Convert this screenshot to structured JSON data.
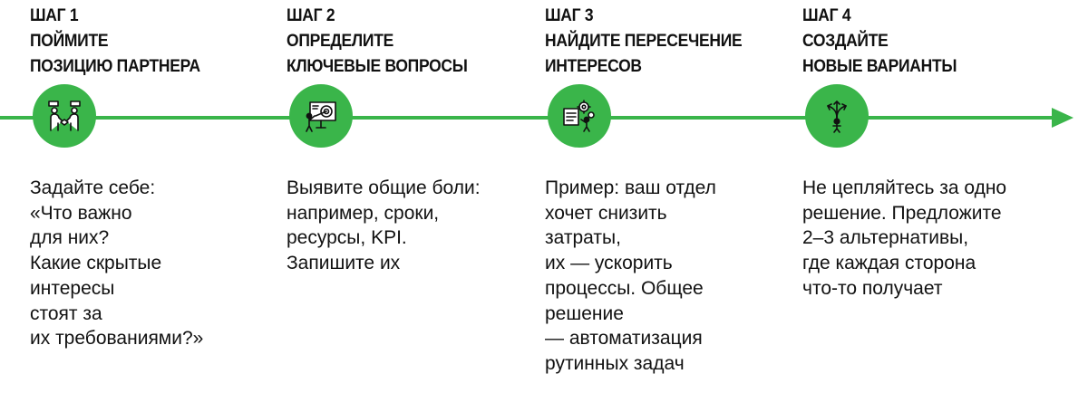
{
  "colors": {
    "accent": "#3ab54a",
    "text": "#111111",
    "background": "#ffffff"
  },
  "steps": [
    {
      "icon": "handshake-icon",
      "heading": [
        "ШАГ 1",
        "ПОЙМИТЕ",
        "ПОЗИЦИЮ ПАРТНЕРА"
      ],
      "text": [
        "Задайте себе:",
        "«Что важно",
        "для них?",
        "Какие скрытые",
        "интересы",
        "стоят за",
        "их требованиями?»"
      ]
    },
    {
      "icon": "target-presentation-icon",
      "heading": [
        "ШАГ 2",
        "ОПРЕДЕЛИТЕ",
        "КЛЮЧЕВЫЕ ВОПРОСЫ"
      ],
      "text": [
        "Выявите общие боли:",
        "например, сроки,",
        "ресурсы, KPI.",
        "Запишите их"
      ]
    },
    {
      "icon": "gears-checklist-icon",
      "heading": [
        "ШАГ 3",
        "НАЙДИТЕ ПЕРЕСЕЧЕНИЕ",
        "ИНТЕРЕСОВ"
      ],
      "text": [
        "Пример: ваш отдел",
        "хочет снизить",
        "затраты,",
        "их — ускорить",
        "процессы. Общее",
        "решение",
        "— автоматизация",
        "рутинных задач"
      ]
    },
    {
      "icon": "crossroads-arrows-icon",
      "heading": [
        "ШАГ 4",
        "СОЗДАЙТЕ",
        "НОВЫЕ ВАРИАНТЫ"
      ],
      "text": [
        "Не цепляйтесь за одно",
        "решение. Предложите",
        "2–3 альтернативы,",
        "где каждая сторона",
        "что-то получает"
      ]
    }
  ]
}
